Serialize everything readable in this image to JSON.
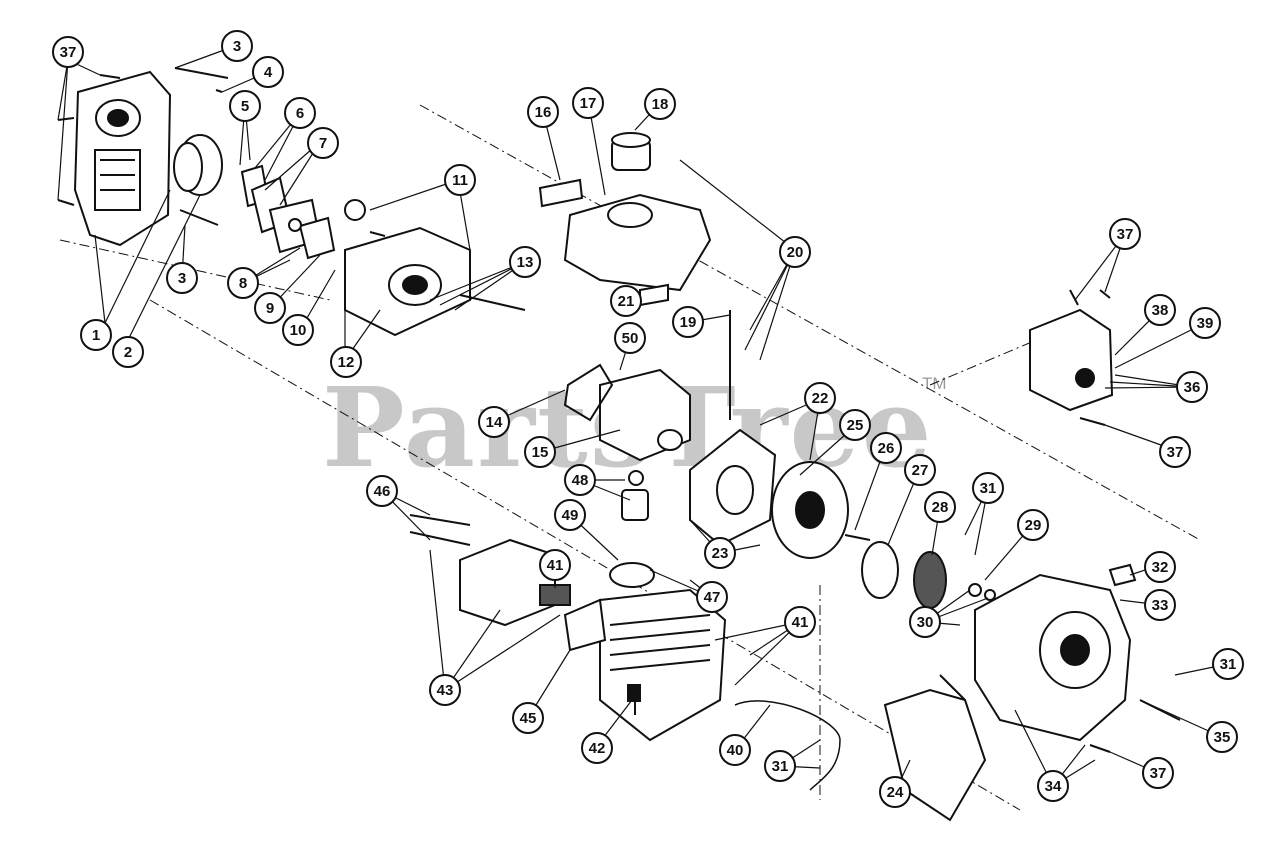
{
  "watermark": {
    "text": "PartsTree",
    "tm": "TM"
  },
  "callouts": [
    "1",
    "2",
    "3",
    "4",
    "5",
    "6",
    "7",
    "8",
    "9",
    "10",
    "11",
    "12",
    "13",
    "14",
    "15",
    "16",
    "17",
    "18",
    "19",
    "20",
    "21",
    "22",
    "23",
    "24",
    "25",
    "26",
    "27",
    "28",
    "29",
    "30",
    "31",
    "32",
    "33",
    "34",
    "35",
    "36",
    "37",
    "38",
    "39",
    "40",
    "41",
    "42",
    "43",
    "45",
    "46",
    "47",
    "48",
    "49",
    "50"
  ],
  "colors": {
    "ink": "#111111",
    "callout_fill": "#ffffff",
    "watermark": "#c8c8c8"
  }
}
